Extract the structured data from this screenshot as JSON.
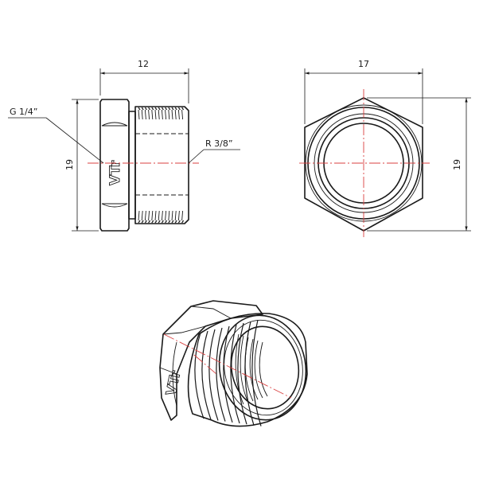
{
  "dimensions": {
    "side_width": "12",
    "side_height": "19",
    "front_width": "17",
    "front_height": "19"
  },
  "threads": {
    "inner": "G 1/4”",
    "outer": "R 3/8”"
  },
  "brand": {
    "logo_text": "VTr"
  },
  "colors": {
    "line": "#1a1a1a",
    "axis": "#d94040",
    "background": "#ffffff"
  }
}
